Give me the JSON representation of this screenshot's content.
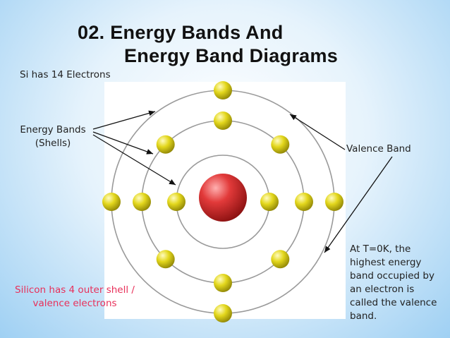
{
  "slide": {
    "title_line1": "02.  Energy Bands And",
    "title_line2": "Energy Band Diagrams"
  },
  "labels": {
    "electron_count": "Si has 14 Electrons",
    "energy_bands_line1": "Energy Bands",
    "energy_bands_line2": "(Shells)",
    "valence_band": "Valence Band",
    "valence_note_lines": [
      "At T=0K, the",
      "highest energy",
      "band occupied by",
      "an electron is",
      "called the valence",
      "band."
    ],
    "outer_shell_line1": "Silicon has 4 outer shell /",
    "outer_shell_line2": "valence electrons"
  },
  "atom": {
    "element": "Si",
    "shells": [
      {
        "name": "inner",
        "electron_angles_deg": [
          0,
          180
        ]
      },
      {
        "name": "middle",
        "electron_angles_deg": [
          0,
          45,
          90,
          135,
          180,
          225,
          270,
          315
        ]
      },
      {
        "name": "valence",
        "electron_angles_deg": [
          0,
          90,
          180,
          270
        ]
      }
    ]
  },
  "colors": {
    "nucleus": "#e23a3a",
    "electron": "#e3d71c",
    "shell_ring": "#9a9a9a",
    "silicon_text": "#e8305a",
    "title_text": "#111111"
  }
}
